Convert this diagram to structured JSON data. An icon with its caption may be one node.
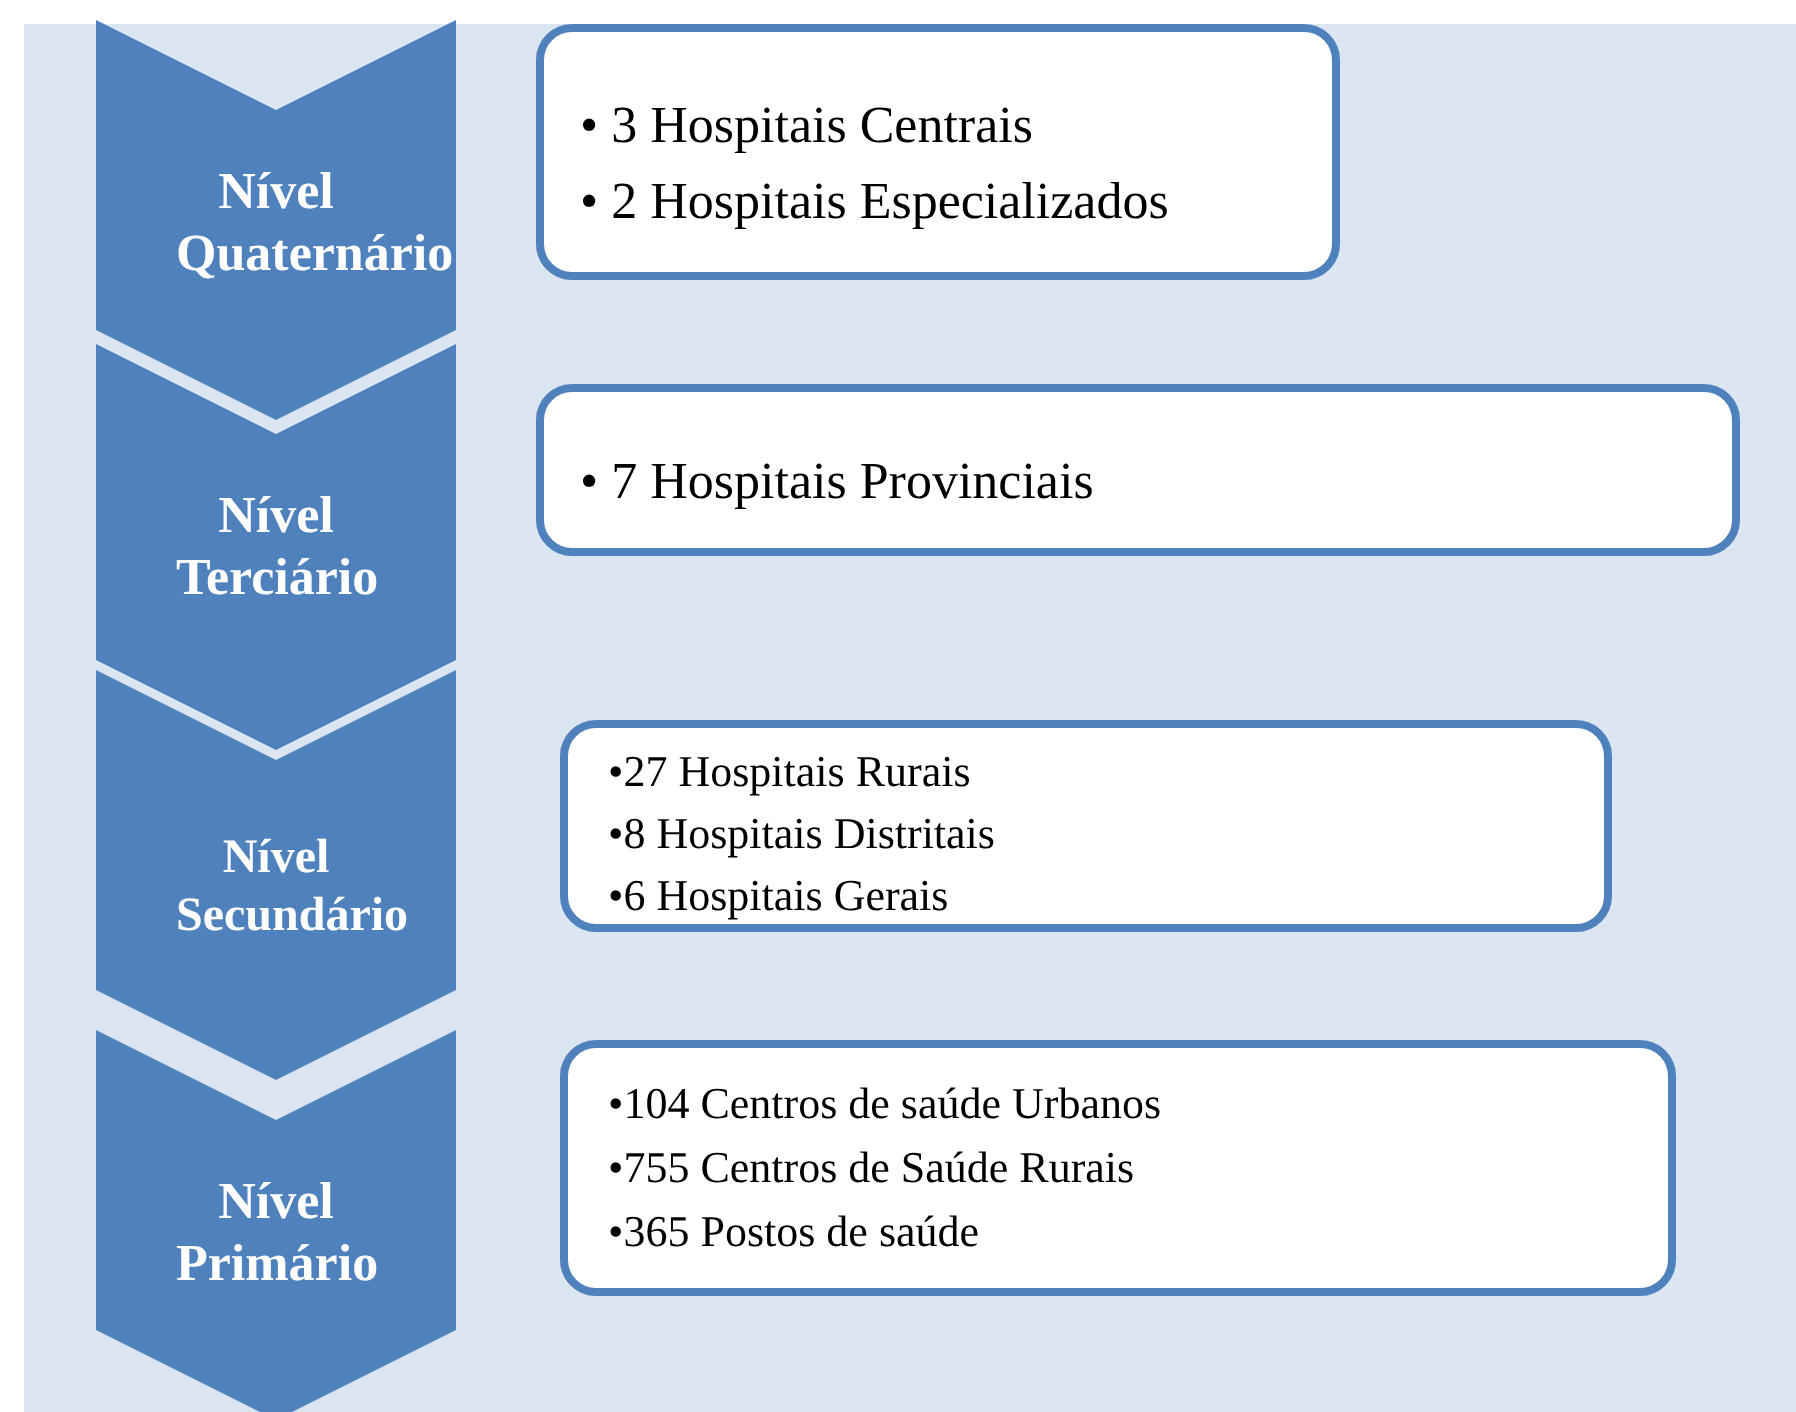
{
  "diagram": {
    "nodes": [
      {
        "text": [
          "Nível Quaternário"
        ]
      },
      {
        "text": [
          "• 3 Hospitais Centrais",
          "• 2 Hospitais Especializados"
        ]
      },
      {
        "text": [
          "Nível Terciário"
        ]
      },
      {
        "text": [
          "• 7 Hospitais Provinciais"
        ]
      },
      {
        "text": [
          "Nível Secundário"
        ]
      },
      {
        "text": [
          "•27 Hospitais Rurais",
          "•8 Hospitais Distritais",
          "•6 Hospitais Gerais"
        ]
      },
      {
        "text": [
          "Nível Primário"
        ]
      },
      {
        "text": [
          "•104 Centros de saúde Urbanos",
          "•755 Centros de Saúde Rurais",
          "•365 Postos de saúde"
        ]
      }
    ],
    "edges": []
  }
}
